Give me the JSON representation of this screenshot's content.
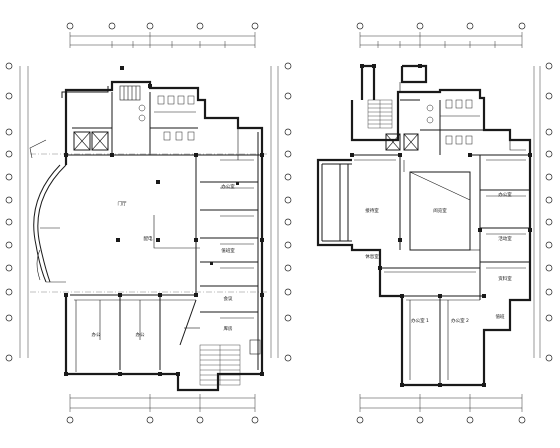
{
  "plans": [
    {
      "id": "left",
      "rooms": [
        {
          "key": "hall",
          "label": "门厅"
        },
        {
          "key": "r1",
          "label": "办公室"
        },
        {
          "key": "r2",
          "label": "值班室"
        },
        {
          "key": "r3",
          "label": "办公"
        },
        {
          "key": "r4",
          "label": "办公"
        },
        {
          "key": "r5",
          "label": "会议"
        },
        {
          "key": "r6",
          "label": "库房"
        },
        {
          "key": "r7",
          "label": "配电"
        }
      ]
    },
    {
      "id": "right",
      "rooms": [
        {
          "key": "r1",
          "label": "接待室"
        },
        {
          "key": "r2",
          "label": "休息室"
        },
        {
          "key": "r3",
          "label": "阅览室"
        },
        {
          "key": "r4",
          "label": "办公室"
        },
        {
          "key": "r5",
          "label": "活动室"
        },
        {
          "key": "r6",
          "label": "办公室 1"
        },
        {
          "key": "r7",
          "label": "办公室 2"
        },
        {
          "key": "r8",
          "label": "资料室"
        },
        {
          "key": "r9",
          "label": "值班"
        }
      ]
    }
  ]
}
